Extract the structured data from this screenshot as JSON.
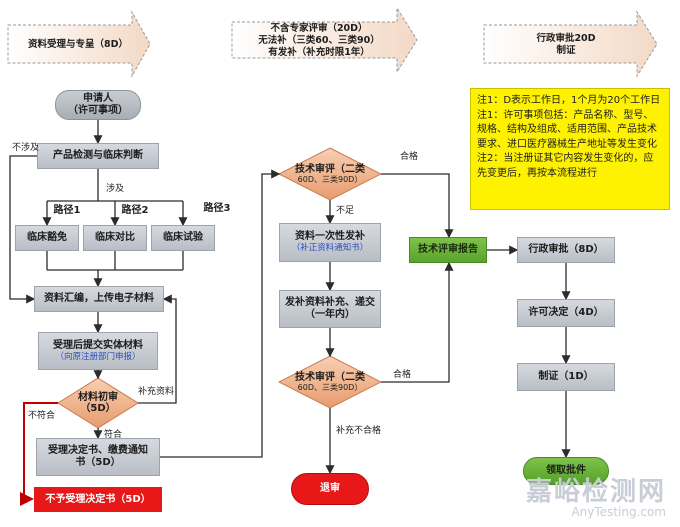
{
  "phases": {
    "p1": "资料受理与专呈（8D）",
    "p2": [
      "不含专家评审（20D）",
      "无法补（三类60、三类90）",
      "有发补（补充时限1年）"
    ],
    "p3": [
      "行政审批20D",
      "制证"
    ]
  },
  "nodes": {
    "applicant": [
      "申请人",
      "（许可事项）"
    ],
    "product_test": "产品检测与临床判断",
    "path1_label": "路径1",
    "path2_label": "路径2",
    "path3_label": "路径3",
    "clinical_exempt": "临床豁免",
    "clinical_compare": "临床对比",
    "clinical_trial": "临床试验",
    "upload": "资料汇编，上传电子材料",
    "submit": [
      "受理后提交实体材料",
      "（向原注册部门申报）"
    ],
    "initial_review": [
      "材料初审",
      "（5D）"
    ],
    "acceptance": [
      "受理决定书、缴费通知",
      "书（5D）"
    ],
    "rejection": "不予受理决定书（5D）",
    "tech_review1": [
      "技术审评（二类",
      "60D、三类90D）"
    ],
    "one_time": [
      "资料一次性发补",
      "（补正资料通知书）"
    ],
    "supplement": [
      "发补资料补充、递交",
      "（一年内）"
    ],
    "tech_review2": [
      "技术审评（二类",
      "60D、三类90D）"
    ],
    "refused": "退审",
    "tech_report": "技术评审报告",
    "admin_approval": "行政审批（8D）",
    "license": "许可决定（4D）",
    "cert": "制证（1D）",
    "collect": "领取批件"
  },
  "edge_labels": {
    "not_involved": "不涉及",
    "involved": "涉及",
    "supplement_material": "补充资料",
    "not_conform": "不符合",
    "conform": "符合",
    "qualified1": "合格",
    "insufficient": "不足",
    "qualified2": "合格",
    "supp_unqualified": "补充不合格"
  },
  "notes": [
    "注1：D表示工作日，1个月为20个工作日",
    "注1：许可事项包括：产品名称、型号、规格、结构及组成、适用范围、产品技术要求、进口医疗器械生产地址等发生变化",
    "注2：当注册证其它内容发生变化的，应先变更后，再按本流程进行"
  ],
  "watermark": {
    "cn": "嘉峪检测网",
    "en": "AnyTesting.com"
  },
  "colors": {
    "gray_box": "#c4c8ce",
    "green": "#6ab43a",
    "red": "#e81818",
    "note_bg": "#fff200",
    "diamond": "#f2b58f",
    "arrow": "#c00000"
  }
}
